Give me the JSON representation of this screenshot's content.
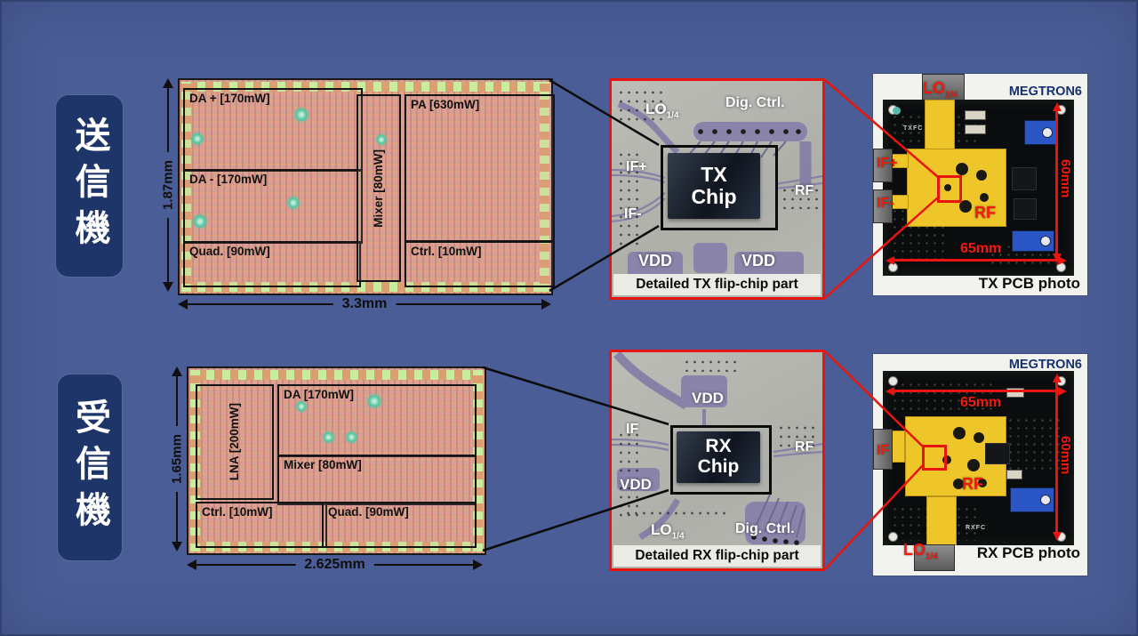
{
  "page": {
    "bg_color": "#4a5d96",
    "accent_red": "#e8150e",
    "side_label_navy": "#1d3568",
    "pcb_yellow": "#eec62a",
    "megtron_navy": "#17306e"
  },
  "tx": {
    "side_label": "送信機",
    "die": {
      "height_label": "1.87mm",
      "width_label": "3.3mm",
      "blocks": {
        "da_plus": "DA + [170mW]",
        "da_minus": "DA - [170mW]",
        "quad": "Quad. [90mW]",
        "mixer": "Mixer [80mW]",
        "pa": "PA [630mW]",
        "ctrl": "Ctrl. [10mW]"
      }
    },
    "flip": {
      "lo": "LO",
      "lo_sub": "1/4",
      "dig_ctrl": "Dig. Ctrl.",
      "if_plus": "IF+",
      "if_minus": "IF-",
      "rf": "RF",
      "vdd_left": "VDD",
      "vdd_right": "VDD",
      "chip_line1": "TX",
      "chip_line2": "Chip",
      "caption": "Detailed TX flip-chip part"
    },
    "pcb": {
      "material": "MEGTRON6",
      "lo": "LO",
      "lo_sub": "1/4",
      "if_plus": "IF+",
      "if_minus": "IF-",
      "rf": "RF",
      "width_label": "65mm",
      "height_label": "60mm",
      "silkscreen": "TXFC",
      "caption": "TX PCB photo"
    }
  },
  "rx": {
    "side_label": "受信機",
    "die": {
      "height_label": "1.65mm",
      "width_label": "2.625mm",
      "blocks": {
        "lna": "LNA [200mW]",
        "da": "DA [170mW]",
        "mixer": "Mixer [80mW]",
        "ctrl": "Ctrl. [10mW]",
        "quad": "Quad. [90mW]"
      }
    },
    "flip": {
      "vdd_top": "VDD",
      "if": "IF",
      "rf": "RF",
      "vdd_left": "VDD",
      "lo": "LO",
      "lo_sub": "1/4",
      "dig_ctrl": "Dig. Ctrl.",
      "chip_line1": "RX",
      "chip_line2": "Chip",
      "caption": "Detailed RX flip-chip part"
    },
    "pcb": {
      "material": "MEGTRON6",
      "width_label": "65mm",
      "height_label": "60mm",
      "if": "IF",
      "rf": "RF",
      "lo": "LO",
      "lo_sub": "1/4",
      "silkscreen": "RXFC",
      "caption": "RX PCB photo"
    }
  }
}
